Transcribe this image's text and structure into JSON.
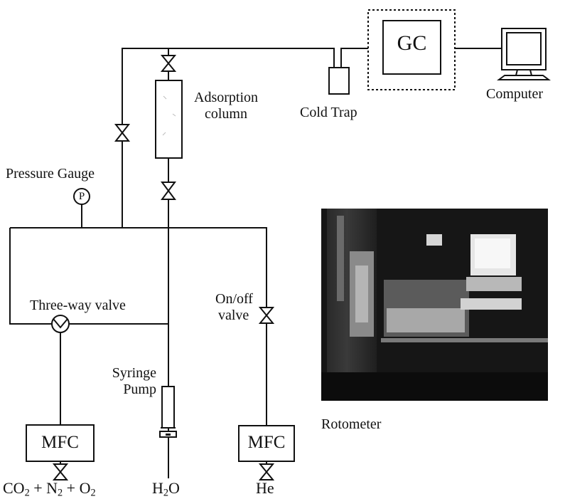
{
  "colors": {
    "line": "#111111",
    "background": "#ffffff",
    "photo_dark": "#161616"
  },
  "components": {
    "gc": "GC",
    "mfc_left": "MFC",
    "mfc_right": "MFC",
    "pressure_gauge_symbol": "P"
  },
  "labels": {
    "computer": "Computer",
    "cold_trap": "Cold Trap",
    "adsorption_column_line1": "Adsorption",
    "adsorption_column_line2": "column",
    "pressure_gauge": "Pressure Gauge",
    "three_way_valve": "Three-way valve",
    "onoff_valve_line1": "On/off",
    "onoff_valve_line2": "valve",
    "syringe_pump_line1": "Syringe",
    "syringe_pump_line2": "Pump",
    "rotometer": "Rotometer"
  },
  "feeds": {
    "left": {
      "p1": "CO",
      "s1": "2",
      "p2": " + N",
      "s2": "2",
      "p3": " + O",
      "s3": "2"
    },
    "middle": {
      "p1": "H",
      "s1": "2",
      "p2": "O"
    },
    "right": "He"
  },
  "icons": {
    "valves": "bowtie-valve-icon",
    "three_way": "three-way-valve-icon",
    "gauge": "pressure-gauge-icon",
    "computer": "computer-monitor-icon",
    "cold_trap": "cold-trap-icon",
    "column": "adsorption-column-icon",
    "syringe": "syringe-pump-icon",
    "photo": "apparatus-photo"
  }
}
